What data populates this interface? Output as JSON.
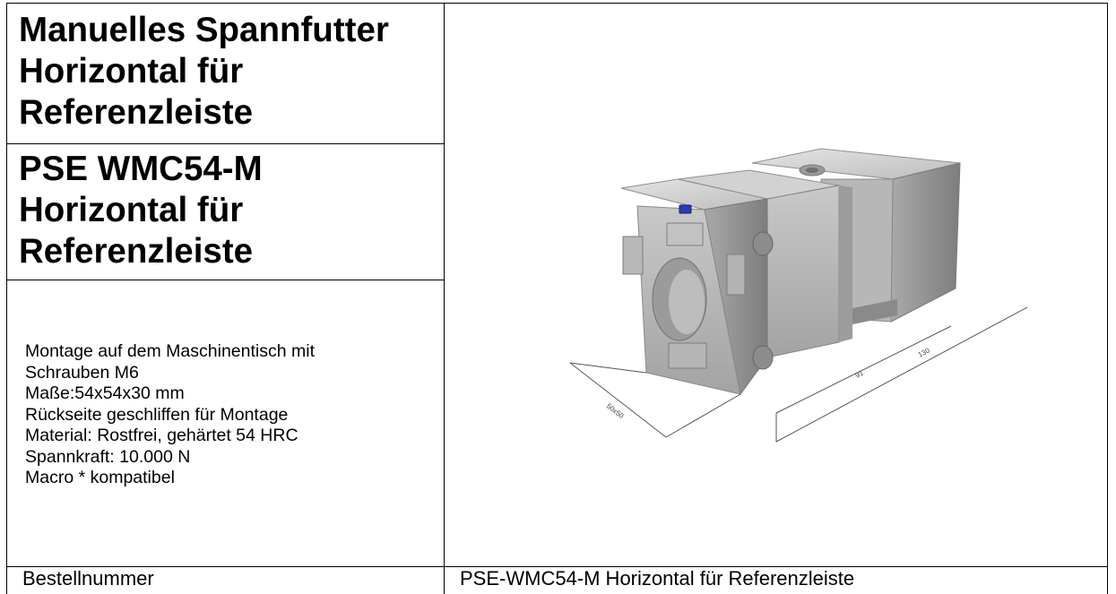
{
  "heading": {
    "title_lines": [
      "Manuelles Spannfutter",
      "Horizontal für",
      "Referenzleiste"
    ]
  },
  "product": {
    "title_lines": [
      "PSE WMC54-M",
      "Horizontal für",
      "Referenzleiste"
    ]
  },
  "description": {
    "lines": [
      "Montage auf dem Maschinentisch mit",
      "Schrauben M6",
      "Maße:54x54x30 mm",
      "Rückseite geschliffen für Montage",
      "Material: Rostfrei, gehärtet 54 HRC",
      "Spannkraft: 10.000 N",
      "Macro * kompatibel"
    ]
  },
  "order": {
    "label": "Bestellnummer",
    "value": "PSE-WMC54-M Horizontal für Referenzleiste"
  },
  "drawing": {
    "dimension_labels": [
      "50x50",
      "91",
      "130"
    ]
  }
}
